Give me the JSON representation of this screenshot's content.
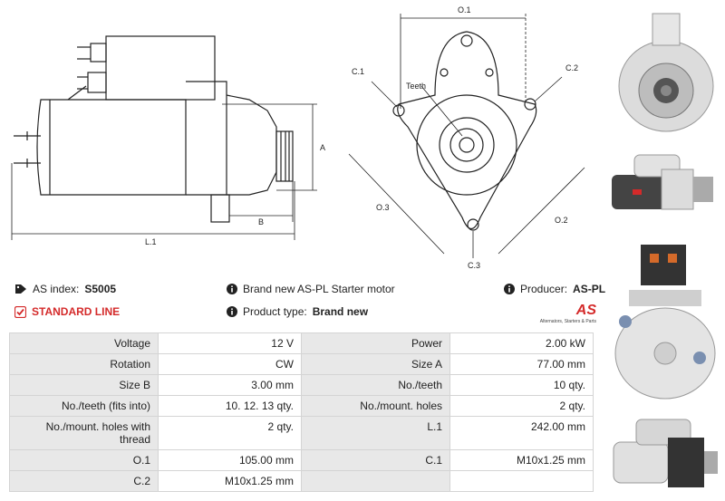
{
  "drawing": {
    "labels": {
      "o1": "O.1",
      "c1": "C.1",
      "c2": "C.2",
      "teeth": "Teeth",
      "a": "A",
      "b": "B",
      "l1": "L.1",
      "o3": "O.3",
      "o2": "O.2",
      "c3": "C.3"
    }
  },
  "info": {
    "as_index_label": "AS index:",
    "as_index_value": "S5005",
    "description": "Brand new AS-PL Starter motor",
    "producer_label": "Producer:",
    "producer_value": "AS-PL",
    "standard_line": "STANDARD LINE",
    "product_type_label": "Product type:",
    "product_type_value": "Brand new",
    "logo_text": "AS",
    "logo_sub": "Alternators, Starters & Parts"
  },
  "specs": [
    {
      "label1": "Voltage",
      "value1": "12 V",
      "label2": "Power",
      "value2": "2.00 kW"
    },
    {
      "label1": "Rotation",
      "value1": "CW",
      "label2": "Size A",
      "value2": "77.00 mm"
    },
    {
      "label1": "Size B",
      "value1": "3.00 mm",
      "label2": "No./teeth",
      "value2": "10 qty."
    },
    {
      "label1": "No./teeth (fits into)",
      "value1": "10. 12. 13 qty.",
      "label2": "No./mount. holes",
      "value2": "2 qty."
    },
    {
      "label1": "No./mount. holes with thread",
      "value1": "2 qty.",
      "label2": "L.1",
      "value2": "242.00 mm"
    },
    {
      "label1": "O.1",
      "value1": "105.00 mm",
      "label2": "C.1",
      "value2": "M10x1.25 mm"
    },
    {
      "label1": "C.2",
      "value1": "M10x1.25 mm",
      "label2": "",
      "value2": ""
    }
  ],
  "colors": {
    "accent_red": "#d42a2a",
    "table_label_bg": "#e8e8e8",
    "border": "#d4d4d4"
  }
}
